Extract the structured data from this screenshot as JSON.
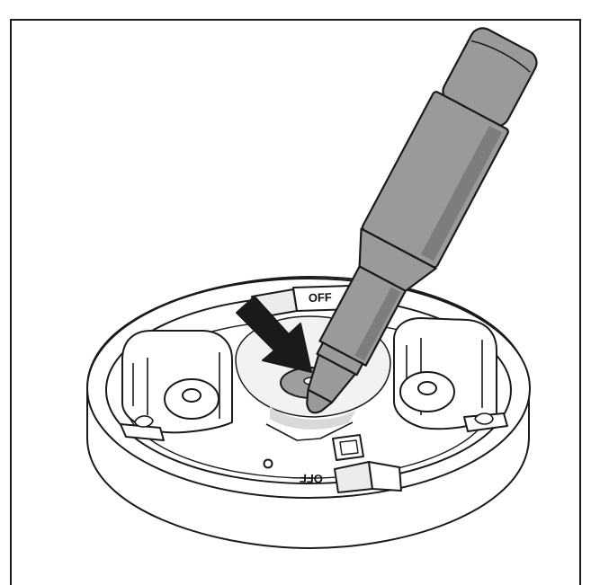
{
  "figure": {
    "markings": {
      "top_label": "OFF",
      "bottom_label": "OFF"
    },
    "icons": [
      "mounting-base",
      "applicator-bottle",
      "pointer-arrow",
      "adhesive-drop"
    ],
    "colors": {
      "line": "#1a1a1a",
      "bottle_fill": "#9a9a9a",
      "bottle_shade": "#7d7d7d",
      "base_fill": "#ffffff",
      "base_shadow": "#d9d9d9",
      "arrow_fill": "#1a1a1a",
      "drop_fill": "#9e9e9e"
    }
  }
}
